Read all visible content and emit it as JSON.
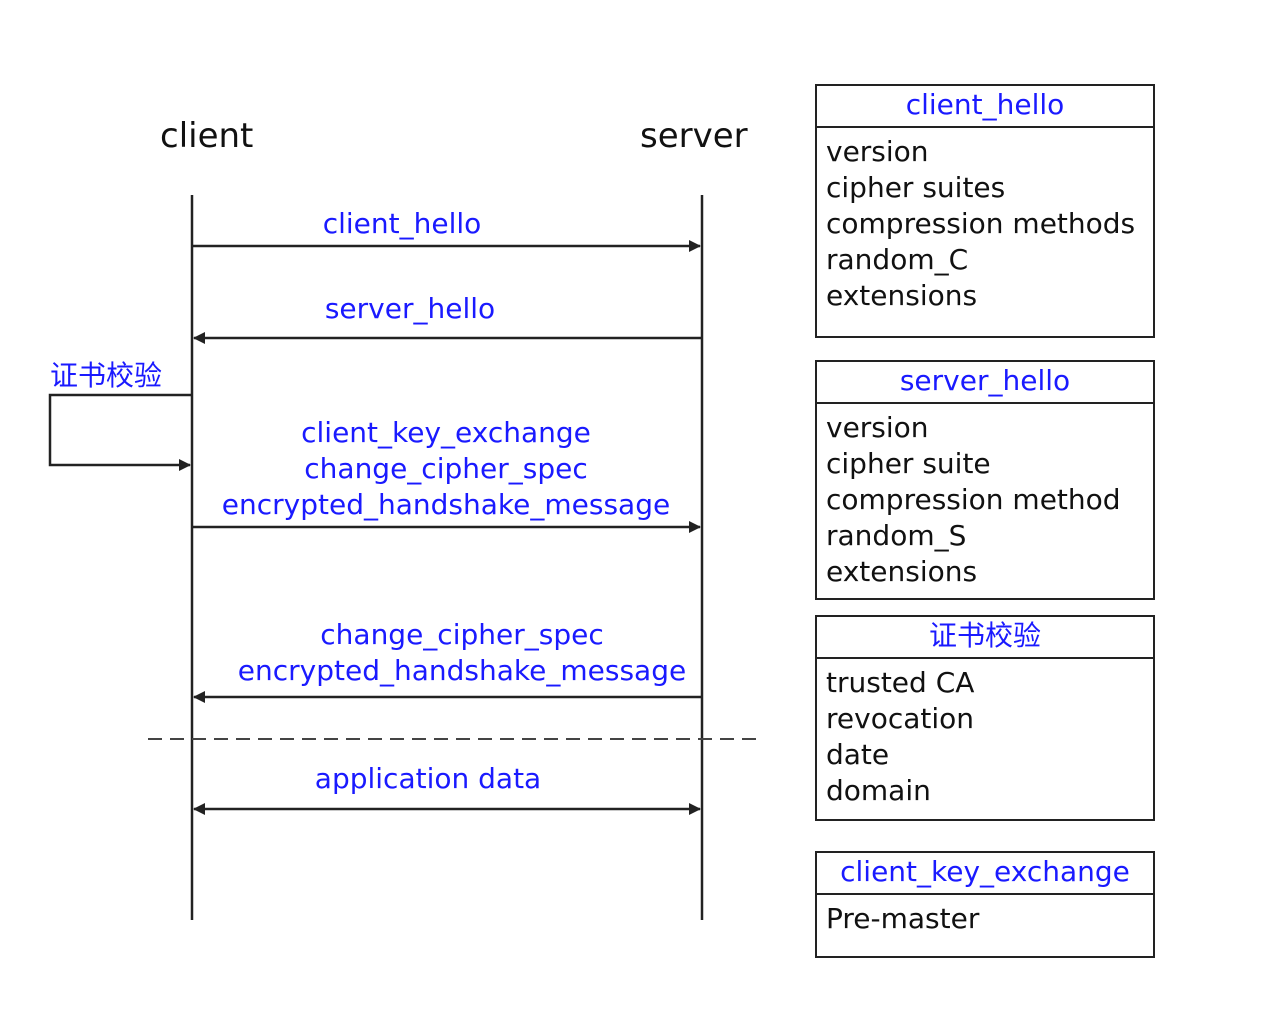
{
  "actors": {
    "client": "client",
    "server": "server"
  },
  "messages": [
    {
      "id": "m1",
      "lines": [
        "client_hello"
      ],
      "direction": "client-to-server"
    },
    {
      "id": "m2",
      "lines": [
        "server_hello"
      ],
      "direction": "server-to-client"
    },
    {
      "id": "m3",
      "lines": [
        "client_key_exchange",
        "change_cipher_spec",
        "encrypted_handshake_message"
      ],
      "direction": "client-to-server"
    },
    {
      "id": "m4",
      "lines": [
        "change_cipher_spec",
        "encrypted_handshake_message"
      ],
      "direction": "server-to-client"
    },
    {
      "id": "m5",
      "lines": [
        "application data"
      ],
      "direction": "bidirectional"
    }
  ],
  "self_check": {
    "label": "证书校验"
  },
  "boxes": [
    {
      "title": "client_hello",
      "items": [
        "version",
        "cipher suites",
        "compression methods",
        "random_C",
        "extensions"
      ]
    },
    {
      "title": "server_hello",
      "items": [
        "version",
        "cipher suite",
        "compression method",
        "random_S",
        "extensions"
      ]
    },
    {
      "title": "证书校验",
      "items": [
        "trusted CA",
        "revocation",
        "date",
        "domain"
      ]
    },
    {
      "title": "client_key_exchange",
      "items": [
        "Pre-master"
      ]
    }
  ],
  "colors": {
    "label": "#1a1aff",
    "line": "#222222"
  }
}
